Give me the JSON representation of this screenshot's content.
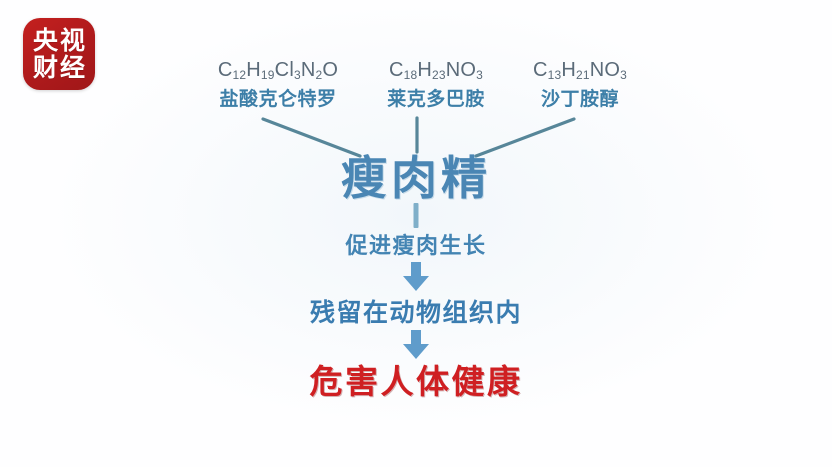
{
  "logo": {
    "name": "cctv-finance-logo",
    "line1": "央视",
    "line2": "财经",
    "char1": "央",
    "char2": "视",
    "char3": "财",
    "char4": "经",
    "color": "#b81c1e"
  },
  "colors": {
    "formula_text": "#5b6b79",
    "drug_name": "#3d7fa8",
    "title_blue": "#4a86b4",
    "step_blue": "#3a7cb0",
    "danger_red": "#cf1f22",
    "connector": "#4a7d91",
    "arrow": "#5f9ccb",
    "background": "#ffffff"
  },
  "compounds": [
    {
      "formula_html": "C<sub>12</sub>H<sub>19</sub>Cl<sub>3</sub>N<sub>2</sub>O",
      "formula_text": "C12H19Cl3N2O",
      "name": "盐酸克仑特罗"
    },
    {
      "formula_html": "C<sub>18</sub>H<sub>23</sub>NO<sub>3</sub>",
      "formula_text": "C18H23NO3",
      "name": "莱克多巴胺"
    },
    {
      "formula_html": "C<sub>13</sub>H<sub>21</sub>NO<sub>3</sub>",
      "formula_text": "C13H21NO3",
      "name": "沙丁胺醇"
    }
  ],
  "main_title": "瘦肉精",
  "flow": [
    {
      "label": "促进瘦肉生长",
      "style": "blue-small"
    },
    {
      "label": "残留在动物组织内",
      "style": "blue-medium"
    },
    {
      "label": "危害人体健康",
      "style": "red-large"
    }
  ],
  "connectors": [
    {
      "name": "left-diagonal-connector",
      "from": "盐酸克仑特罗",
      "to": "瘦肉精"
    },
    {
      "name": "center-vertical-connector",
      "from": "莱克多巴胺",
      "to": "瘦肉精"
    },
    {
      "name": "right-diagonal-connector",
      "from": "沙丁胺醇",
      "to": "瘦肉精"
    }
  ],
  "arrows": [
    {
      "name": "down-arrow-1",
      "direction": "down"
    },
    {
      "name": "down-arrow-2",
      "direction": "down"
    }
  ]
}
